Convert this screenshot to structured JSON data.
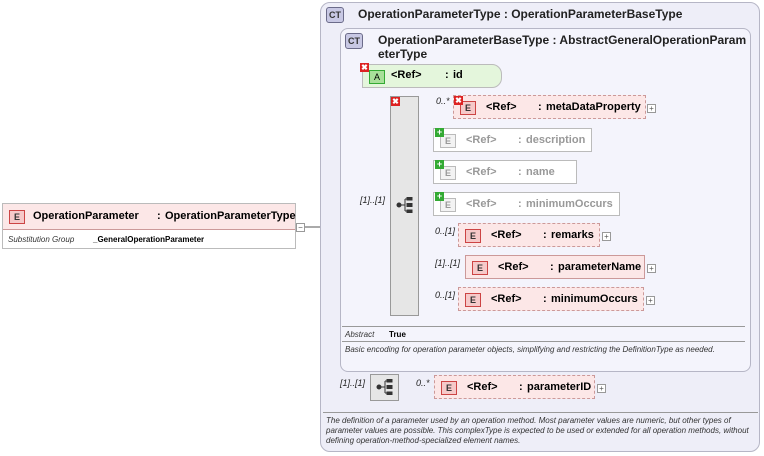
{
  "root": {
    "badge": "E",
    "name": "OperationParameter",
    "sep": ":",
    "type": "OperationParameterType",
    "subst_label": "Substitution Group",
    "subst_value": "_GeneralOperationParameter",
    "collapse": "−"
  },
  "outer_ct": {
    "badge": "CT",
    "title": "OperationParameterType",
    "sep": ":",
    "base": "OperationParameterBaseType",
    "documentation": "The definition of a parameter used by an operation method. Most parameter values are numeric, but other types of parameter values are possible. This complexType is expected to be used or extended for all operation methods, without defining operation-method-specialized element names."
  },
  "inner_ct": {
    "badge": "CT",
    "title": "OperationParameterBaseType",
    "sep": ":",
    "base": "AbstractGeneralOperationParameterType",
    "abstract_label": "Abstract",
    "abstract_value": "True",
    "documentation": "Basic encoding for operation parameter objects, simplifying and restricting the DefinitionType as needed."
  },
  "attribute": {
    "badge": "A",
    "ref": "<Ref>",
    "sep": ":",
    "name": "id"
  },
  "sequence_mult": "[1]..[1]",
  "elements": [
    {
      "mult": "0..*",
      "ref": "<Ref>",
      "sep": ":",
      "name": "metaDataProperty",
      "state": "removed"
    },
    {
      "mult": "",
      "ref": "<Ref>",
      "sep": ":",
      "name": "description",
      "state": "added"
    },
    {
      "mult": "",
      "ref": "<Ref>",
      "sep": ":",
      "name": "name",
      "state": "added"
    },
    {
      "mult": "",
      "ref": "<Ref>",
      "sep": ":",
      "name": "minimumOccurs",
      "state": "added"
    },
    {
      "mult": "0..[1]",
      "ref": "<Ref>",
      "sep": ":",
      "name": "remarks",
      "state": "normal"
    },
    {
      "mult": "[1]..[1]",
      "ref": "<Ref>",
      "sep": ":",
      "name": "parameterName",
      "state": "normal"
    },
    {
      "mult": "0..[1]",
      "ref": "<Ref>",
      "sep": ":",
      "name": "minimumOccurs",
      "state": "normal"
    }
  ],
  "ext_sequence_mult": "[1]..[1]",
  "ext_element": {
    "mult": "0..*",
    "ref": "<Ref>",
    "sep": ":",
    "name": "parameterID"
  },
  "markers": {
    "plus": "+",
    "remove": "✖",
    "add": "+"
  },
  "colors": {
    "element_fill": "#fce7e7",
    "attribute_fill": "#e4f6dc",
    "ct_fill": "#eeeef8"
  }
}
